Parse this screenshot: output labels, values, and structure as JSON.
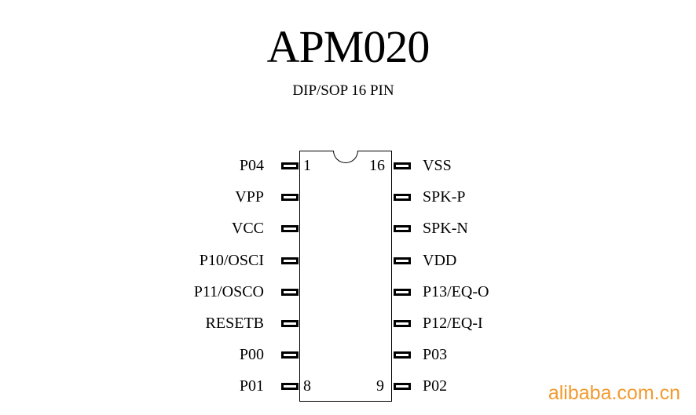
{
  "title": "APM020",
  "subtitle": "DIP/SOP 16 PIN",
  "left_pins": [
    {
      "name": "P04",
      "number": "1"
    },
    {
      "name": "VPP",
      "number": ""
    },
    {
      "name": "VCC",
      "number": ""
    },
    {
      "name": "P10/OSCI",
      "number": ""
    },
    {
      "name": "P11/OSCO",
      "number": ""
    },
    {
      "name": "RESETB",
      "number": ""
    },
    {
      "name": "P00",
      "number": ""
    },
    {
      "name": "P01",
      "number": "8"
    }
  ],
  "right_pins": [
    {
      "name": "VSS",
      "number": "16"
    },
    {
      "name": "SPK-P",
      "number": ""
    },
    {
      "name": "SPK-N",
      "number": ""
    },
    {
      "name": "VDD",
      "number": ""
    },
    {
      "name": "P13/EQ-O",
      "number": ""
    },
    {
      "name": "P12/EQ-I",
      "number": ""
    },
    {
      "name": "P03",
      "number": ""
    },
    {
      "name": "P02",
      "number": "9"
    }
  ],
  "watermark": "alibaba.com.cn",
  "colors": {
    "line": "#000000",
    "watermark": "#f29a2e",
    "background": "#ffffff"
  }
}
